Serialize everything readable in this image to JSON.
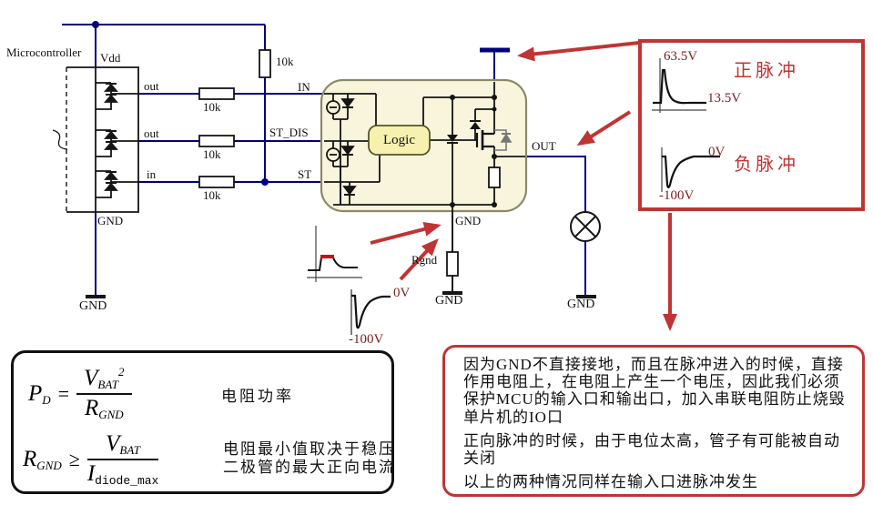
{
  "colors": {
    "wire_blue": "#00007d",
    "component_black": "#151515",
    "accent_red": "#c03434",
    "voltage_dark_red": "#7a1f1f",
    "ic_fill": "#f8f5dc",
    "logic_fill": "#f6f1af"
  },
  "mcu": {
    "title": "Microcontroller",
    "vdd_label": "Vdd",
    "pin1": "out",
    "pin2": "out",
    "pin3": "in",
    "gnd_label": "GND"
  },
  "resistors": {
    "r_in": "10k",
    "r_stdis": "10k",
    "r_st": "10k",
    "r_pullup": "10k",
    "r_gnd_label": "Rgnd"
  },
  "ic": {
    "logic_label": "Logic",
    "pin_in": "IN",
    "pin_st_dis": "ST_DIS",
    "pin_st": "ST",
    "pin_out": "OUT",
    "pin_gnd": "GND"
  },
  "grounds": {
    "mcu": "GND",
    "ic": "GND",
    "lamp": "GND"
  },
  "pulse_box": {
    "positive": {
      "peak": "63.5V",
      "settle": "13.5V",
      "title": "正脉冲"
    },
    "negative": {
      "baseline": "0V",
      "min": "-100V",
      "title": "负脉冲"
    }
  },
  "gnd_pulse": {
    "baseline": "0V",
    "min": "-100V"
  },
  "formulas": {
    "f1": {
      "lhs": "P",
      "lhs_sub": "D",
      "op": "=",
      "num": "V",
      "num_sub": "BAT",
      "num_sup": "2",
      "den": "R",
      "den_sub": "GND",
      "caption": "电阻功率"
    },
    "f2": {
      "lhs": "R",
      "lhs_sub": "GND",
      "op": "≥",
      "num": "V",
      "num_sub": "BAT",
      "den": "I",
      "den_sub": "diode_max",
      "caption": "电阻最小值取决于稳压二极管的最大正向电流"
    }
  },
  "notes": {
    "p1": "因为GND不直接接地，而且在脉冲进入的时候，直接作用电阻上，在电阻上产生一个电压，因此我们必须保护MCU的输入口和输出口，加入串联电阻防止烧毁单片机的IO口",
    "p2": "正向脉冲的时候，由于电位太高，管子有可能被自动关闭",
    "p3": "以上的两种情况同样在输入口进脉冲发生"
  }
}
